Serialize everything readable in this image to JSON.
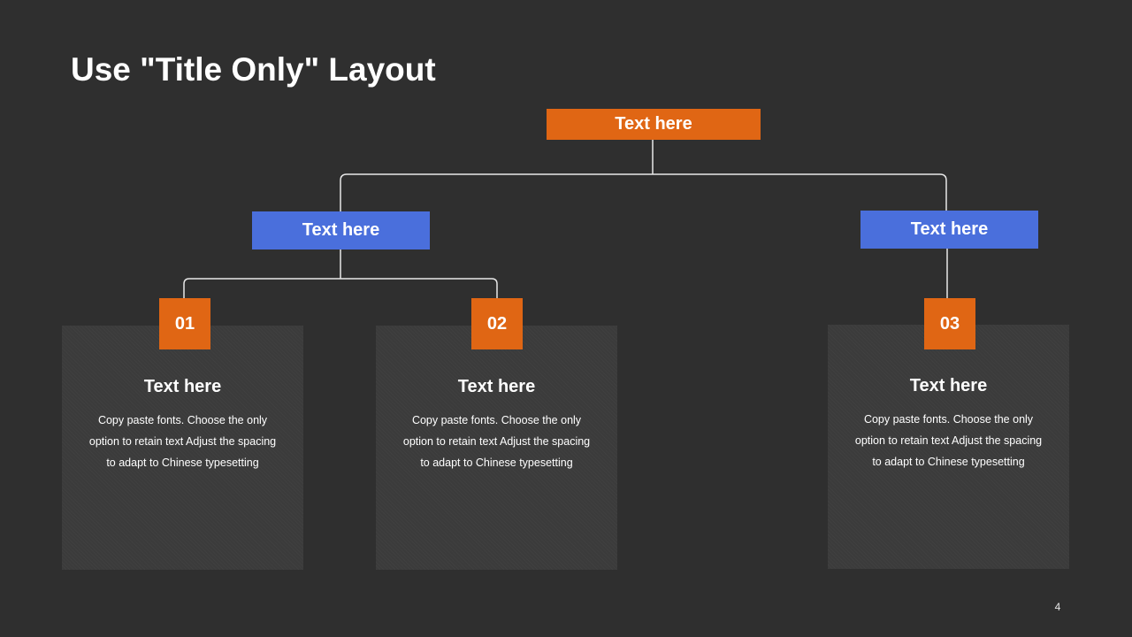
{
  "title": "Use \"Title Only\" Layout",
  "root": {
    "label": "Text here"
  },
  "branches": [
    {
      "label": "Text here"
    },
    {
      "label": "Text here"
    }
  ],
  "cards": [
    {
      "number": "01",
      "title": "Text here",
      "body": "Copy paste fonts. Choose the only option to retain text Adjust the spacing to adapt to Chinese typesetting"
    },
    {
      "number": "02",
      "title": "Text here",
      "body": "Copy paste fonts. Choose the only option to retain text Adjust the spacing to adapt to Chinese typesetting"
    },
    {
      "number": "03",
      "title": "Text here",
      "body": "Copy paste fonts. Choose the only option to retain text Adjust the spacing to adapt to Chinese typesetting"
    }
  ],
  "page_number": "4",
  "colors": {
    "background": "#2f2f2f",
    "accent_orange": "#e06614",
    "accent_blue": "#4a6fdc",
    "card": "#3b3b3b",
    "connector": "#e8e8e8"
  }
}
